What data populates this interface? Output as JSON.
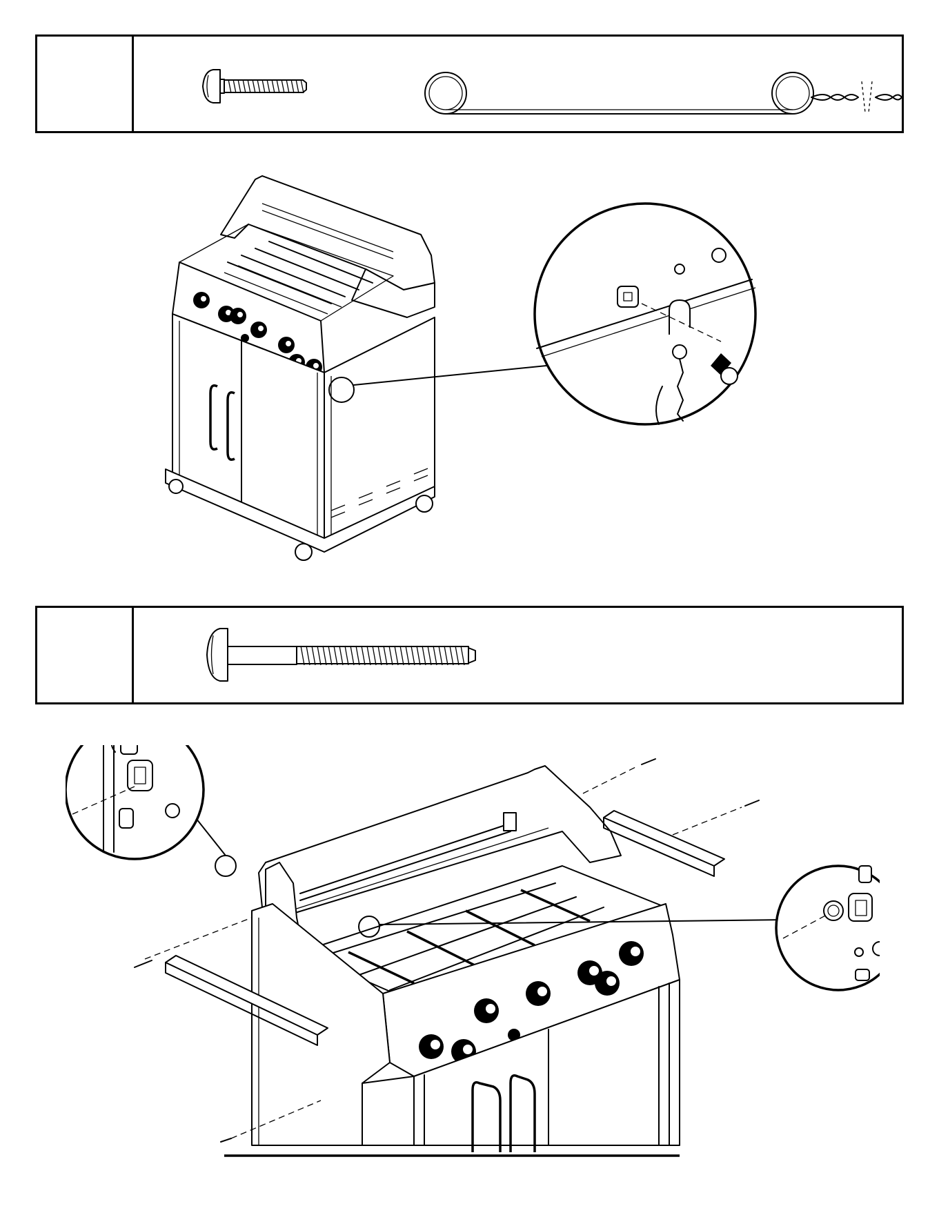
{
  "page": {
    "step1": {
      "step_number": "",
      "parts": [
        {
          "icon": "screw-icon"
        },
        {
          "icon": "wire-tie-icon"
        }
      ],
      "illustration": {
        "main_view": "grill-cart-front-view",
        "detail_view": "control-panel-side-detail"
      }
    },
    "step2": {
      "step_number": "",
      "parts": [
        {
          "icon": "long-bolt-icon"
        }
      ],
      "illustration": {
        "main_view": "grill-head-side-shelves-view",
        "detail_views": [
          "left-bracket-detail",
          "right-bracket-detail"
        ]
      }
    }
  }
}
